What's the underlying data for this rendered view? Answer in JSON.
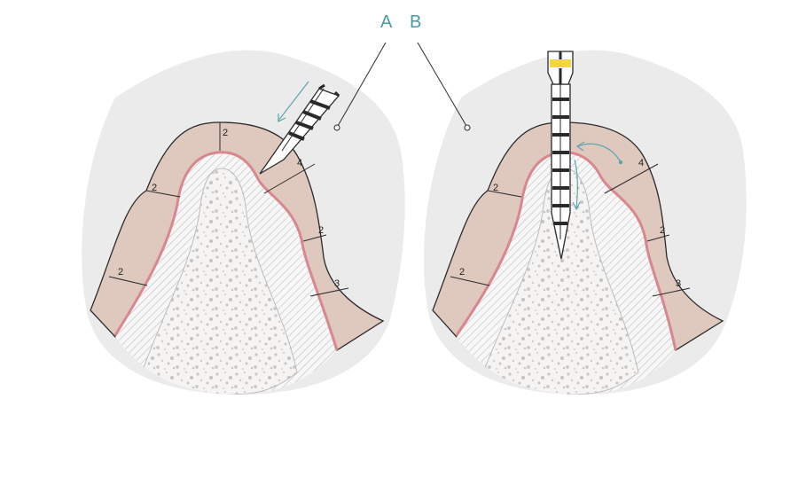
{
  "labels": {
    "a": "A",
    "b": "B"
  },
  "left_panel": {
    "measurements": [
      "2",
      "2",
      "4",
      "2",
      "3",
      "2"
    ]
  },
  "right_panel": {
    "measurements": [
      "2",
      "2",
      "4",
      "2",
      "3"
    ]
  },
  "colors": {
    "background_blob": "#ebebeb",
    "gingiva": "#dfc8bd",
    "gingiva_margin": "#d9878f",
    "bone": "#f6f4f2",
    "bone_dots": "#c9c9c9",
    "hatch": "#bdbdbd",
    "outline": "#2a2a2a",
    "arrow": "#5ea5b0",
    "probe_band": "#f2d63a"
  }
}
